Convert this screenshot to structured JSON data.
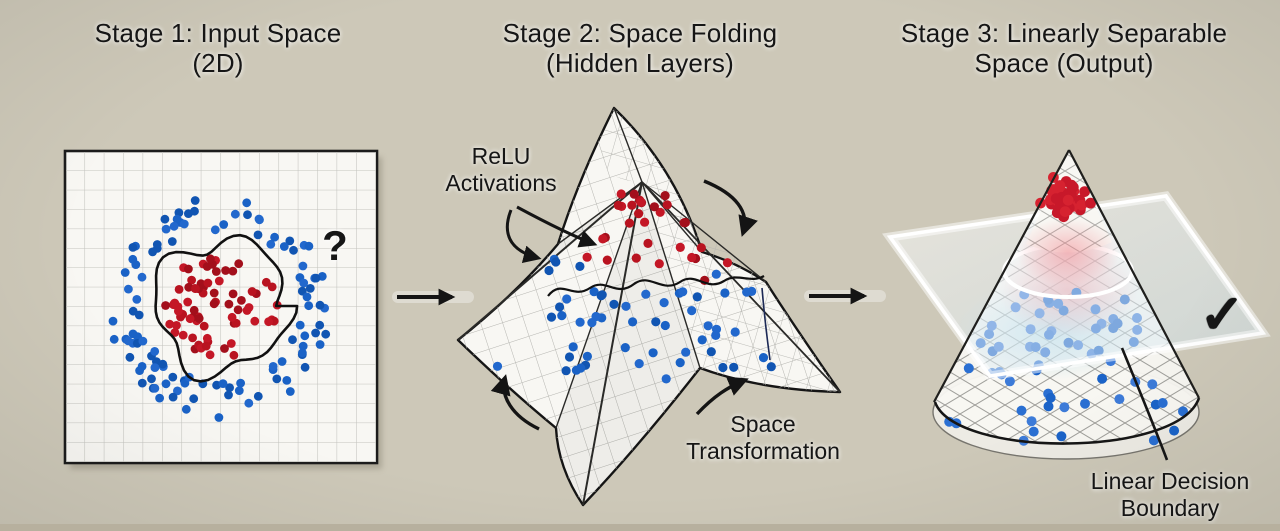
{
  "figure": {
    "background_color": "#cdc8b8",
    "ink_color": "#161616",
    "colors": {
      "paper": "#f8f7f3",
      "grid_line": "#c3c3be",
      "red_dot": "#b91320",
      "blue_dot": "#1a62c6",
      "stage3_red_dot": "#d62230",
      "stage3_blue_dot": "#2a6fd2",
      "plane_tint": "#cfe3ee"
    }
  },
  "stages": [
    {
      "title_line1": "Stage 1: Input Space",
      "title_line2": "(2D)"
    },
    {
      "title_line1": "Stage 2: Space Folding",
      "title_line2": "(Hidden Layers)"
    },
    {
      "title_line1": "Stage 3: Linearly Separable",
      "title_line2": "Space (Output)"
    }
  ],
  "panel1": {
    "question_mark": "?",
    "red_dots": 74,
    "blue_dots": 110
  },
  "panel2": {
    "relu_label_line1": "ReLU",
    "relu_label_line2": "Activations",
    "transform_label_line1": "Space",
    "transform_label_line2": "Transformation",
    "red_dots": 30,
    "blue_dots": 54
  },
  "panel3": {
    "boundary_label_line1": "Linear Decision",
    "boundary_label_line2": "Boundary",
    "checkmark": "✓",
    "red_dots": 46,
    "blue_dots": 62
  }
}
